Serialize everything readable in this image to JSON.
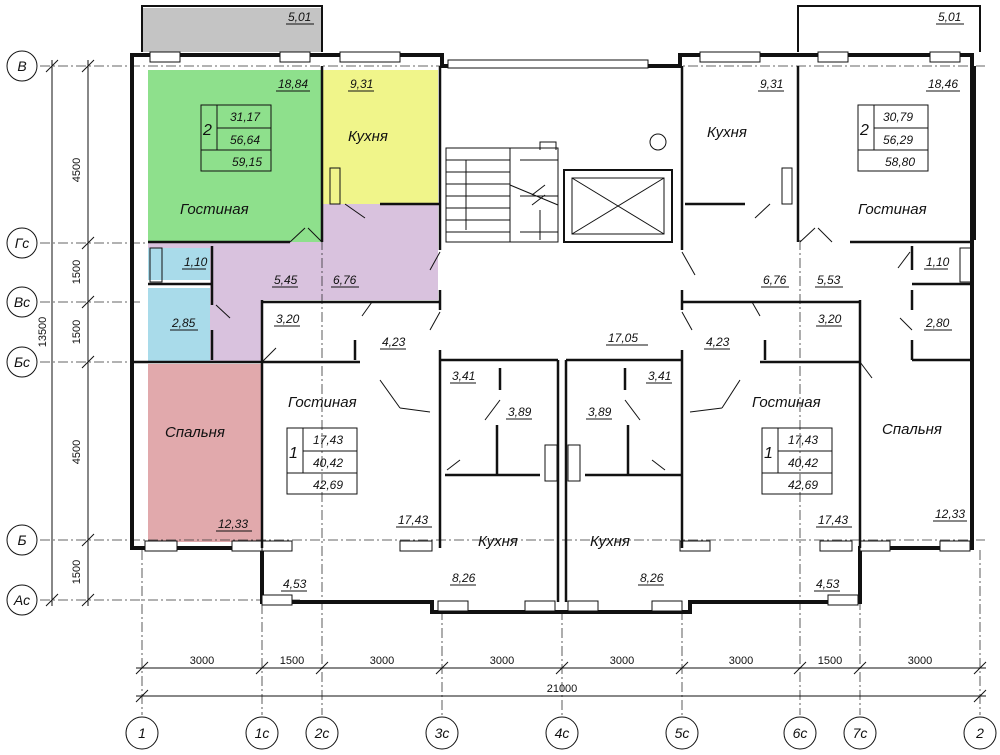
{
  "rooms": {
    "living_label": "Гостиная",
    "kitchen_label": "Кухня",
    "bedroom_label": "Спальня"
  },
  "areas": {
    "balcony_left": "5,01",
    "balcony_right": "5,01",
    "a2l_living": "18,84",
    "a2l_kitchen": "9,31",
    "a2l_hall": "5,45",
    "a2l_corridor": "6,76",
    "a2l_bath": "1,10",
    "a2l_wc": "2,85",
    "a2l_bedroom": "12,33",
    "a2l_loggia": "4,53",
    "a2r_living": "18,46",
    "a2r_kitchen": "9,31",
    "a2r_corridor": "6,76",
    "a2r_hall": "5,53",
    "a2r_bath": "1,10",
    "a2r_wc": "2,80",
    "a2r_bedroom": "12,33",
    "a2r_loggia": "4,53",
    "a1l_corridor": "3,20",
    "a1l_hall": "4,23",
    "a1l_bath": "3,41",
    "a1l_wc": "3,89",
    "a1l_living": "17,43",
    "a1l_kitchen": "8,26",
    "a1r_corridor": "3,20",
    "a1r_hall": "4,23",
    "a1r_bath": "3,41",
    "a1r_wc": "3,89",
    "a1r_living": "17,43",
    "a1r_kitchen": "8,26",
    "stair_hall": "17,05"
  },
  "apartments": {
    "left2": {
      "rooms": "2",
      "living": "31,17",
      "total": "56,64",
      "total_b": "59,15"
    },
    "right2": {
      "rooms": "2",
      "living": "30,79",
      "total": "56,29",
      "total_b": "58,80"
    },
    "left1": {
      "rooms": "1",
      "living": "17,43",
      "total": "40,42",
      "total_b": "42,69"
    },
    "right1": {
      "rooms": "1",
      "living": "17,43",
      "total": "40,42",
      "total_b": "42,69"
    }
  },
  "axes": {
    "rows": [
      "В",
      "Гс",
      "Вс",
      "Бс",
      "Б",
      "Ас"
    ],
    "cols": [
      "1",
      "1с",
      "2с",
      "3с",
      "4с",
      "5с",
      "6с",
      "7с",
      "2"
    ]
  },
  "dims": {
    "horizontal": [
      "3000",
      "1500",
      "3000",
      "3000",
      "3000",
      "3000",
      "1500",
      "3000"
    ],
    "total": "21000",
    "vertical": [
      "4500",
      "1500",
      "1500",
      "4500",
      "1500"
    ],
    "vertical_total": "13500"
  },
  "colors": {
    "living_green": "#8ee08c",
    "kitchen_yellow": "#f0f58a",
    "hall_lilac": "#d9c2de",
    "bath_blue": "#a9dbea",
    "bedroom_pink": "#e1a9ac",
    "balcony_grey": "#c4c4c4"
  }
}
